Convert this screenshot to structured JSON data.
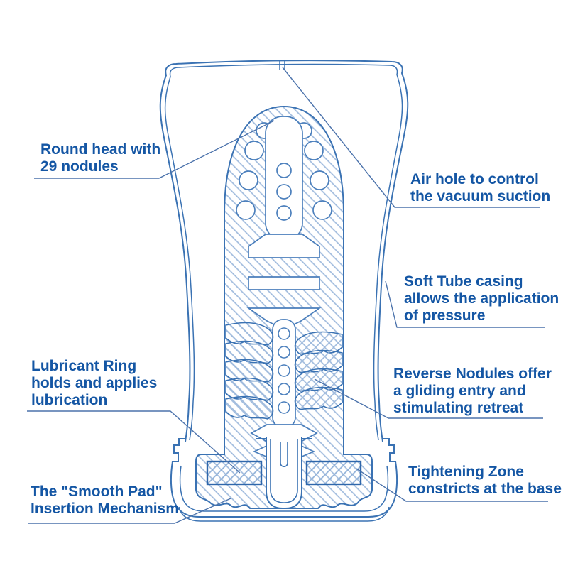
{
  "colors": {
    "label_text": "#1456a4",
    "diagram_line": "#3a72b3",
    "hatch_line": "#9db9dc",
    "leader_line": "#4b72ab",
    "background": "#ffffff"
  },
  "labels": {
    "round_head": {
      "lines": [
        "Round head with",
        "29 nodules"
      ]
    },
    "air_hole": {
      "lines": [
        "Air hole to control",
        "the vacuum suction"
      ]
    },
    "soft_tube": {
      "lines": [
        "Soft Tube casing",
        "allows the application",
        "of pressure"
      ]
    },
    "lubricant_ring": {
      "lines": [
        "Lubricant Ring",
        "holds and applies",
        "lubrication"
      ]
    },
    "reverse_nodules": {
      "lines": [
        "Reverse Nodules offer",
        "a gliding entry and",
        "stimulating retreat"
      ]
    },
    "smooth_pad": {
      "lines": [
        "The \"Smooth Pad\"",
        "Insertion Mechanism"
      ]
    },
    "tightening_zone": {
      "lines": [
        "Tightening Zone",
        "constricts at the base"
      ]
    }
  }
}
